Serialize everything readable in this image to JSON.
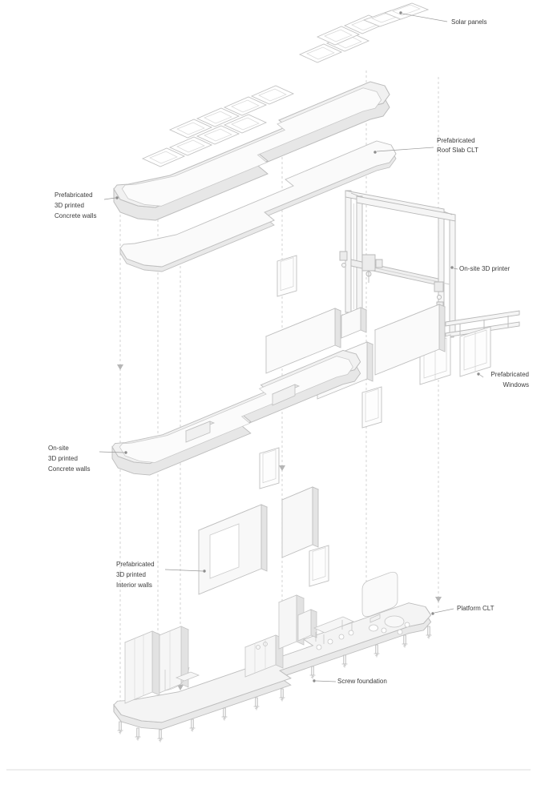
{
  "labels": {
    "solar_panels": [
      "Solar panels"
    ],
    "prefab_roof_slab": [
      "Prefabricated",
      "Roof Slab CLT"
    ],
    "prefab_concrete_walls": [
      "Prefabricated",
      "3D printed",
      "Concrete walls"
    ],
    "onsite_printer": [
      "On-site 3D printer"
    ],
    "prefab_windows": [
      "Prefabricated",
      "Windows"
    ],
    "onsite_concrete_walls": [
      "On-site",
      "3D printed",
      "Concrete walls"
    ],
    "prefab_interior_walls": [
      "Prefabricated",
      "3D printed",
      "Interior walls"
    ],
    "platform_clt": [
      "Platform CLT"
    ],
    "screw_foundation": [
      "Screw foundation"
    ]
  },
  "colors": {
    "background": "#ffffff",
    "linework": "#bdbdbd",
    "fill_light": "#f1f1f1",
    "fill_shade": "#e6e6e6",
    "label_text": "#3c3c3c",
    "leader_line": "#9a9a9a"
  }
}
